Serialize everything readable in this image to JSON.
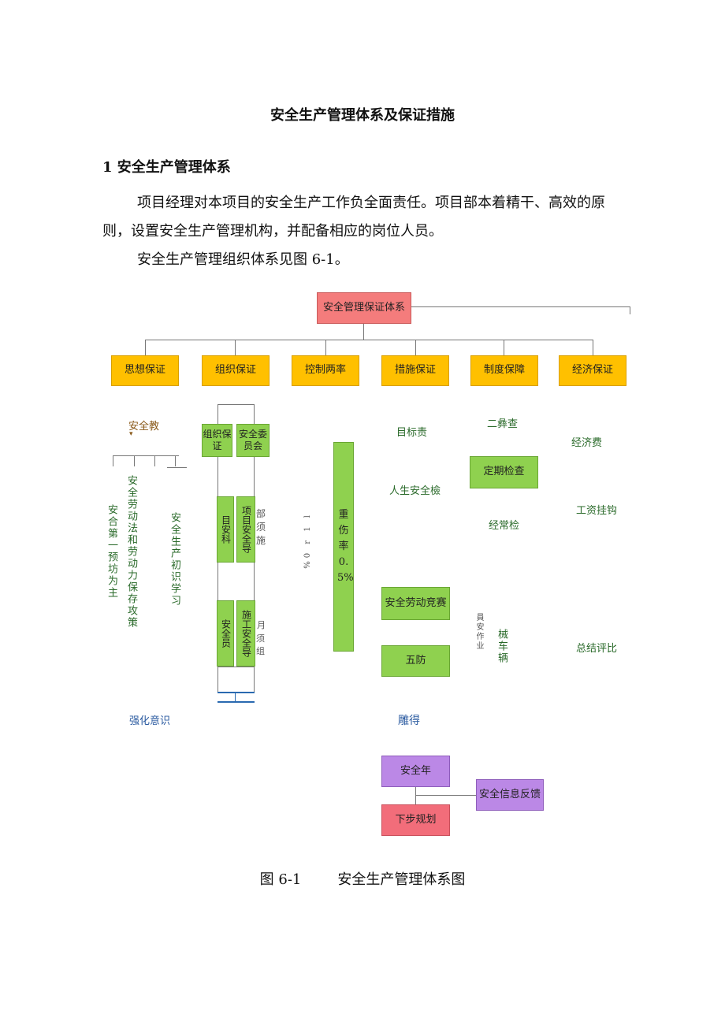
{
  "document": {
    "title": "安全生产管理体系及保证措施",
    "section_heading": "1 安全生产管理体系",
    "paragraph1": "项目经理对本项目的安全生产工作负全面责任。项目部本着精干、高效的原则，设置安全生产管理机构，并配备相应的岗位人员。",
    "paragraph2": "安全生产管理组织体系见图 6-1。",
    "caption_number": "图 6-1",
    "caption_text": "安全生产管理体系图"
  },
  "diagram": {
    "root": "安全管理保证体系",
    "branches": [
      "思想保证",
      "组织保证",
      "控制两率",
      "措施保证",
      "制度保障",
      "经济保证"
    ],
    "col1": {
      "top": "安全教",
      "items": [
        "安合第一预坊为主",
        "安全劳动法和劳动力保存攻策",
        "安全生产初识学习"
      ],
      "bottom": "强化意识"
    },
    "col2": {
      "boxes": [
        "组织保证",
        "安全委员会",
        "目安科",
        "项目安全导",
        "安全员",
        "施工安全导"
      ],
      "fragments": [
        "部",
        "须",
        "施",
        "月",
        "须",
        "组"
      ]
    },
    "col3": {
      "box": "重伤率0.5%",
      "fragment": "%0 r 1 l"
    },
    "col4": {
      "labels": [
        "目标责",
        "人生安全檢"
      ],
      "boxes": [
        "安全劳动竞赛",
        "五防"
      ],
      "bottom": "雕得"
    },
    "col5": {
      "labels": [
        "二彝查",
        "经常检"
      ],
      "box": "定期检查",
      "fragments": [
        "械车辆",
        "員安作业"
      ]
    },
    "col6": {
      "labels": [
        "经济费",
        "工资挂钩",
        "总结评比"
      ]
    },
    "bottom_flow": {
      "box1": "安全年",
      "box2": "安全信息反馈",
      "box3": "下步规划"
    },
    "colors": {
      "root": "#f47c7c",
      "branch": "#ffc000",
      "green": "#8fd14f",
      "purple": "#bb88e6",
      "pink": "#f26d7a"
    }
  }
}
